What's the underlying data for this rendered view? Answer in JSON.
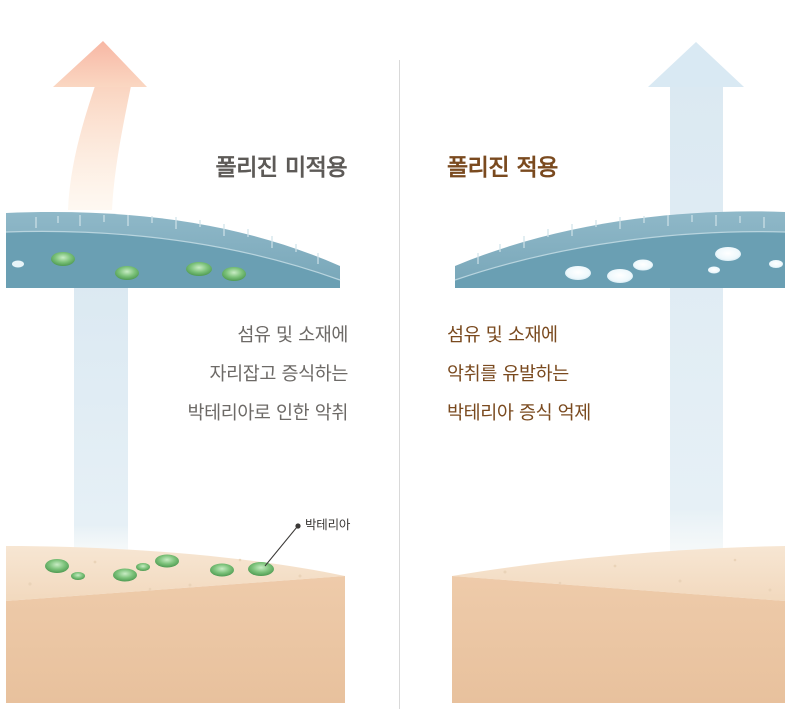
{
  "left_panel": {
    "title": "폴리진 미적용",
    "description": [
      "섬유 및 소재에",
      "자리잡고 증식하는",
      "박테리아로 인한 악취"
    ],
    "callout": "박테리아"
  },
  "right_panel": {
    "title": "폴리진 적용",
    "description": [
      "섬유 및 소재에",
      "악취를 유발하는",
      "박테리아 증식 억제"
    ]
  },
  "colors": {
    "title_left": "#5d5a57",
    "title_right": "#7a4a1f",
    "text_left": "#6d6a67",
    "text_right": "#7a4a1f",
    "bacteria": "#5aa35a",
    "fabric": "#5f97aa",
    "skin": "#eccbab",
    "odor_arrow": "#f7b9a5",
    "clean_arrow": "#d9eaf3"
  }
}
